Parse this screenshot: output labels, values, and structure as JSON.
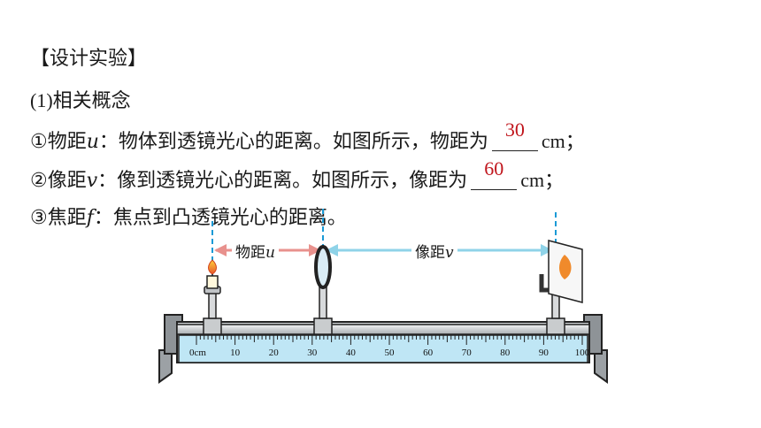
{
  "heading": "【设计实验】",
  "concepts_title": "(1)相关概念",
  "line_u": {
    "prefix": "①物距",
    "symbol": "u",
    "text": "：物体到透镜光心的距离。如图所示，物距为",
    "answer": "30",
    "unit": "cm；"
  },
  "line_v": {
    "prefix": "②像距",
    "symbol": "v",
    "text": "：像到透镜光心的距离。如图所示，像距为",
    "answer": "60",
    "unit": "cm；"
  },
  "line_f": {
    "prefix": "③焦距",
    "symbol": "f",
    "text": "：焦点到凸透镜光心的距离。"
  },
  "diagram": {
    "label_u_text": "物距",
    "label_u_symbol": "u",
    "label_v_text": "像距",
    "label_v_symbol": "v",
    "ruler_labels": [
      "0cm",
      "10",
      "20",
      "30",
      "40",
      "50",
      "60",
      "70",
      "80",
      "90",
      "100"
    ],
    "colors": {
      "arrow_u": "#e8918d",
      "arrow_v": "#8fd3e8",
      "dashed_line": "#1a9ad6",
      "ruler": "#bfe6f5",
      "bench": "#cfd3d6"
    }
  }
}
